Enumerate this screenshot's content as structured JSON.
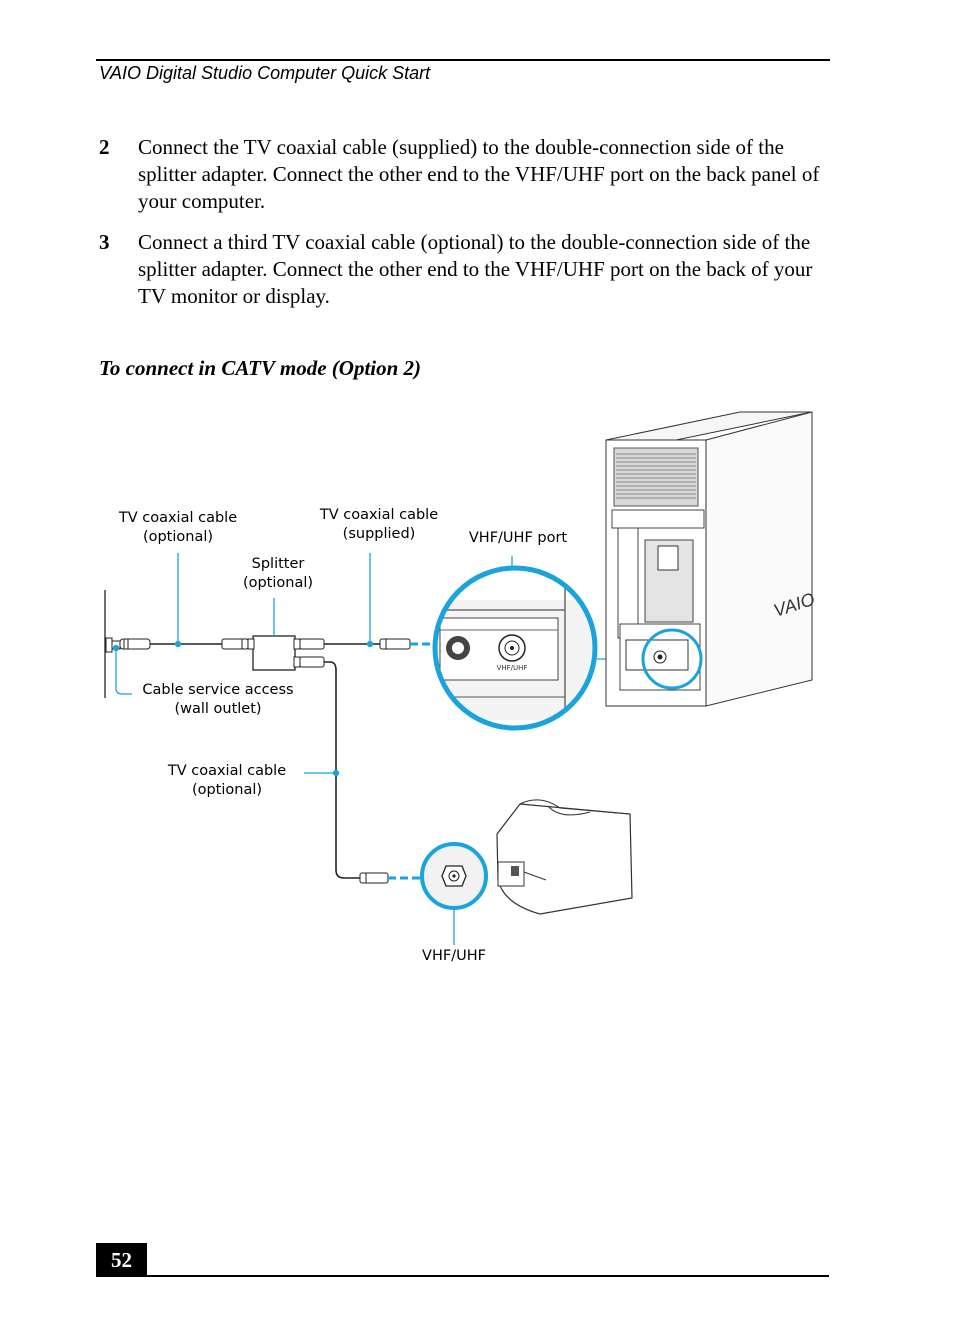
{
  "header": {
    "title": "VAIO Digital Studio Computer Quick Start"
  },
  "steps": [
    {
      "number": "2",
      "text": "Connect the TV coaxial cable (supplied) to the double-connection side of the splitter adapter. Connect the other end to the VHF/UHF port on the back panel of your computer."
    },
    {
      "number": "3",
      "text": "Connect a third TV coaxial cable (optional) to the double-connection side of the splitter adapter. Connect the other end to the VHF/UHF port on the back of your TV monitor or display."
    }
  ],
  "section": {
    "title": "To connect in CATV mode (Option 2)"
  },
  "diagram": {
    "labels": {
      "cable_optional_top_1": "TV coaxial cable",
      "cable_optional_top_2": "(optional)",
      "cable_supplied_1": "TV coaxial cable",
      "cable_supplied_2": "(supplied)",
      "vhf_port": "VHF/UHF port",
      "splitter_1": "Splitter",
      "splitter_2": "(optional)",
      "wall_1": "Cable service access",
      "wall_2": "(wall outlet)",
      "cable_optional_bottom_1": "TV coaxial cable",
      "cable_optional_bottom_2": "(optional)",
      "tv_port": "VHF/UHF",
      "panel_port_text": "VHF/UHF",
      "pc_logo": "VAIO"
    },
    "colors": {
      "accent": "#1aa3dd",
      "line": "#222222"
    }
  },
  "footer": {
    "page_number": "52"
  }
}
